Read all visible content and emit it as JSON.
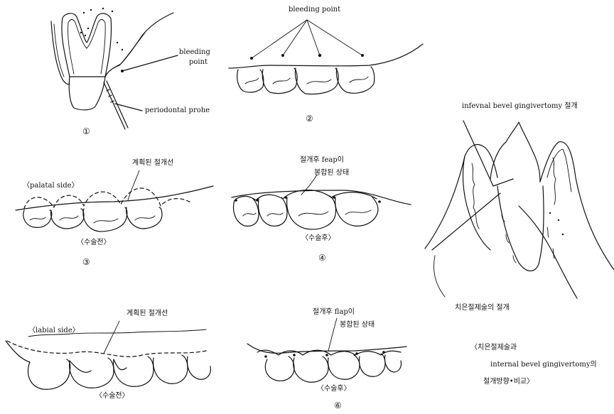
{
  "panel1": {
    "number": "①",
    "bleeding_label_1": "bleeding",
    "bleeding_label_2": "point",
    "probe_label": "periodontal prohe"
  },
  "panel2": {
    "number": "②",
    "bleeding_label": "bleeding point"
  },
  "panel3": {
    "number": "③",
    "incision_label": "계획된 절개선",
    "side_label": "〈palatal side〉",
    "state_label": "〈수술전〉"
  },
  "panel4": {
    "number": "④",
    "flap_label_1": "절개후 feap이",
    "flap_label_2": "봉합된 상태",
    "state_label": "〈수술후〉"
  },
  "panel5": {
    "incision_label": "계획된 절개선",
    "side_label": "〈labial side〉",
    "state_label": "〈수술전〉"
  },
  "panel6": {
    "number": "⑥",
    "flap_label_1": "절개후 flap이",
    "flap_label_2": "봉합된 상태",
    "state_label": "〈수술후〉"
  },
  "panel7": {
    "top_label": "infevnal bevel gingivertomy 절개",
    "bottom_label": "치은절제술의 절개",
    "caption_1": "〈치은절제술과",
    "caption_2": "internal bevel gingivertomy의",
    "caption_3": "절개방향•비교〉"
  }
}
